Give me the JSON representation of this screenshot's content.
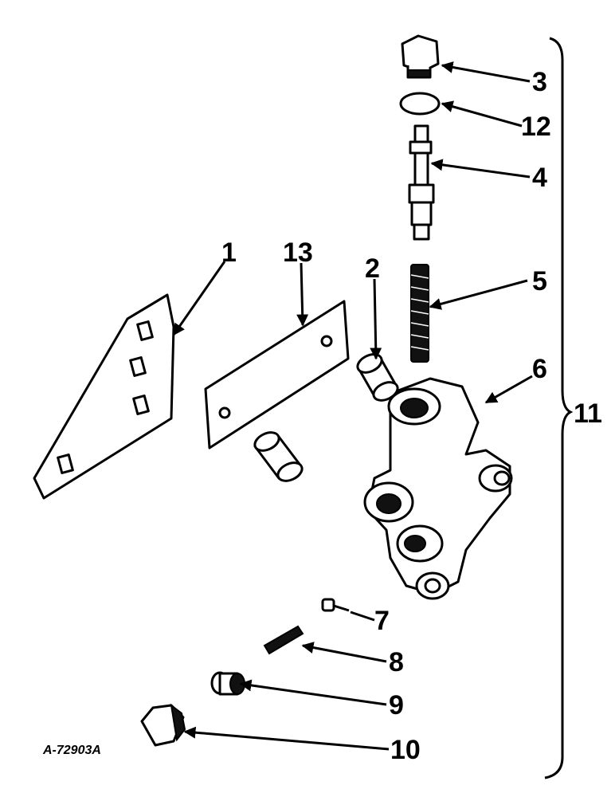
{
  "callouts": {
    "c1": "1",
    "c2": "2",
    "c3": "3",
    "c4": "4",
    "c5": "5",
    "c6": "6",
    "c7": "7",
    "c8": "8",
    "c9": "9",
    "c10": "10",
    "c11": "11",
    "c12": "12",
    "c13": "13"
  },
  "figure_id": "A-72903A"
}
